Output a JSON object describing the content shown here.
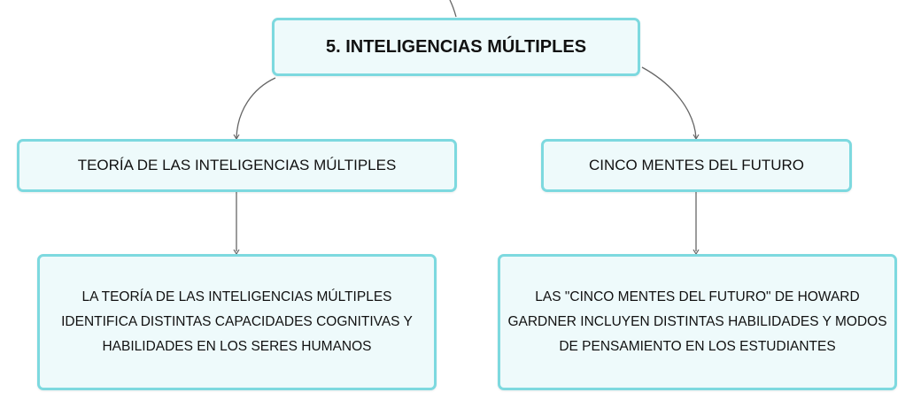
{
  "diagram": {
    "type": "mind-map",
    "root": {
      "label": "5. INTELIGENCIAS MÚLTIPLES"
    },
    "branches": [
      {
        "label": "TEORÍA DE LAS INTELIGENCIAS MÚLTIPLES",
        "detail": "LA TEORÍA DE LAS INTELIGENCIAS MÚLTIPLES IDENTIFICA DISTINTAS CAPACIDADES COGNITIVAS Y HABILIDADES EN LOS SERES HUMANOS"
      },
      {
        "label": "CINCO MENTES DEL FUTURO",
        "detail": "LAS \"CINCO MENTES DEL FUTURO\" DE HOWARD GARDNER INCLUYEN DISTINTAS HABILIDADES Y MODOS DE PENSAMIENTO EN LOS ESTUDIANTES"
      }
    ],
    "colors": {
      "node_fill": "#eefafb",
      "node_border": "#7dd9df",
      "connector": "#666666",
      "text": "#111111"
    }
  }
}
